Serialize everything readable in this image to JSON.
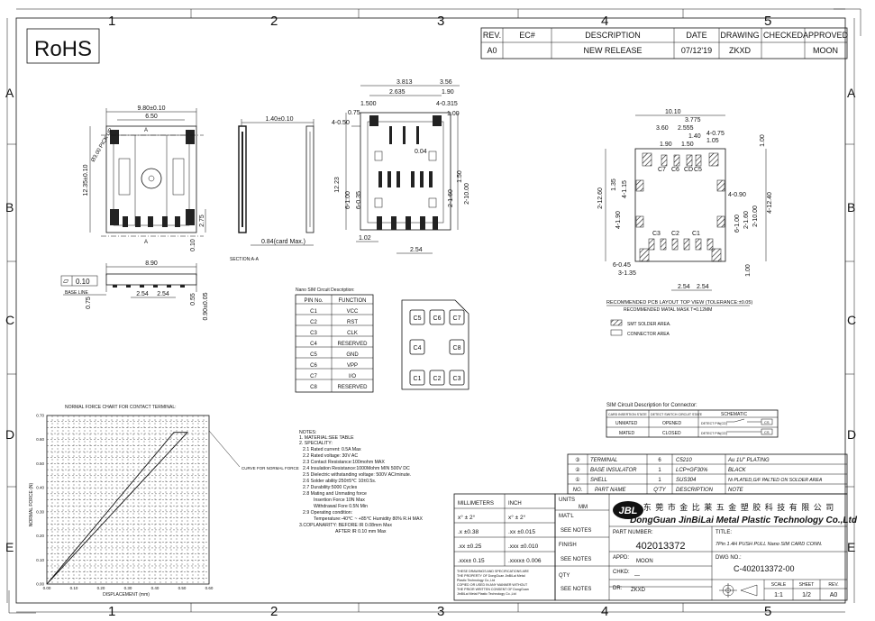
{
  "border": {
    "cols": [
      "1",
      "2",
      "3",
      "4",
      "5"
    ],
    "rows": [
      "A",
      "B",
      "C",
      "D",
      "E"
    ]
  },
  "rohs": "RoHS",
  "revision_table": {
    "headers": [
      "REV.",
      "EC#",
      "DESCRIPTION",
      "DATE",
      "DRAWING",
      "CHECKED",
      "APPROVED"
    ],
    "row": [
      "A0",
      "",
      "NEW RELEASE",
      "07/12'19",
      "ZKXD",
      "",
      "MOON"
    ]
  },
  "top_view": {
    "dim_width": "9.80±0.10",
    "dim_inner": "6.50",
    "dim_height": "12.35±0.10",
    "pick_up": "Ø3.00 PICK UP",
    "dim_275": "2.75",
    "dim_010": "0.10",
    "dim_890": "8.90",
    "section_mark": "A"
  },
  "base_view": {
    "flatness": "0.10",
    "flatness_symbol": "▱",
    "base_line": "BASE LINE",
    "dim_075": "0.75",
    "dim_254a": "2.54",
    "dim_254b": "2.54",
    "dim_055": "0.55",
    "dim_090": "0.90±0.05"
  },
  "section": {
    "dim_140": "1.40±0.10",
    "dim_084": "0.84(card Max.)",
    "label": "SECTION:A-A"
  },
  "bottom_view": {
    "d3813": "3.813",
    "d2635": "2.635",
    "d1500": "1.500",
    "d075": "0.75",
    "d050": "4-0.50",
    "d356": "3.56",
    "d190": "1.90",
    "d0315": "4-0.315",
    "d100": "1.00",
    "d004": "0.04",
    "d1223": "12.23",
    "d6100": "6-1.00",
    "d6035": "6-0.35",
    "d2160": "2-1.60",
    "d150": "1.50",
    "d21000": "2-10.00",
    "d102": "1.02",
    "d254": "2.54"
  },
  "pcb_layout": {
    "d1010": "10.10",
    "d3775": "3.775",
    "d360": "3.60",
    "d2555": "2.555",
    "d140": "1.40",
    "d190": "1.90",
    "d150": "1.50",
    "d4075": "4-0.75",
    "d105": "1.05",
    "d100": "1.00",
    "d135": "1.35",
    "d4115": "4-1.15",
    "d21260": "2-12.60",
    "d4090": "4-0.90",
    "d4190": "4-1.90",
    "d6100": "6-1.00",
    "d2160": "2-1.60",
    "d21000": "2-10.00",
    "d41240": "4-12.40",
    "d6045": "6-0.45",
    "d3135": "3-1.35",
    "d254a": "2.54",
    "d254b": "2.54",
    "d100b": "1.00",
    "pins_top": [
      "C7",
      "C6",
      "CD",
      "C5"
    ],
    "pins_bottom": [
      "C3",
      "C2",
      "C1"
    ],
    "caption": "RECOMMENDED PCB LAYOUT TOP VIEW (TOLERANCE:±0.05)",
    "caption2": "RECOMMENDED MATAL MASK T=0.12MM",
    "legend_smt": "SMT SOLDER AREA.",
    "legend_conn": "CONNECTOR AREA"
  },
  "nano_sim": {
    "title": "Nano SIM Circuit Description:",
    "headers": [
      "PIN No.",
      "FUNCTION"
    ],
    "rows": [
      [
        "C1",
        "VCC"
      ],
      [
        "C2",
        "RST"
      ],
      [
        "C3",
        "CLK"
      ],
      [
        "C4",
        "RESERVED"
      ],
      [
        "C5",
        "GND"
      ],
      [
        "C6",
        "VPP"
      ],
      [
        "C7",
        "I/O"
      ],
      [
        "C8",
        "RESERVED"
      ]
    ],
    "card_pads": [
      "C5",
      "C6",
      "C7",
      "C4",
      "C8",
      "C1",
      "C2",
      "C3"
    ]
  },
  "connector_circuit": {
    "title": "SIM Circuit Description for Connector:",
    "headers": [
      "CARD INSERTION STATE",
      "DETECT SWITCH CIRCUIT STATE",
      "SCHEMATIC"
    ],
    "rows": [
      [
        "UNMATED",
        "OPENED",
        "DETECT PIN(CD)"
      ],
      [
        "MATED",
        "CLOSED",
        "DETECT PIN(CD)"
      ]
    ],
    "cs_label": "CS"
  },
  "notes": {
    "lines": [
      "NOTES:",
      "1. MATERIAL:SEE TABLE",
      "2. SPECIALITY:",
      "   2.1 Rated current: 0.5A Max",
      "   2.2 Rated voltage: 30V AC",
      "   2.3 Contact Resistance:100mohm MAX",
      "   2.4 Insulation Resistance:1000Mohm MIN 500V DC",
      "   2.5 Dielectric withstanding voltage: 500V AC/minute.",
      "   2.6 Solder ability:250±5℃  10±0.5s.",
      "   2.7 Durability:5000 Cycles",
      "   2.8 Mating and Unmating force",
      "        Insertion Force 10N Max",
      "        Withdrawal Fore 0.5N Min",
      "   2.9 Operating condition:",
      "        Temperature:-40℃ ~ +85℃  Humidity 80% R.H MAX",
      "3.COPLANARITY:  BEFORE IR 0.08mm Max",
      "                 AFTER  IR 0.10 mm Max"
    ]
  },
  "chart_data": {
    "type": "line",
    "title": "NORMAL FORCE CHART FOR CONTACT TERMINAL:",
    "xlabel": "DISPLACEMENT (mm)",
    "ylabel": "NORMAL FORCE (N)",
    "xlim": [
      0,
      0.6
    ],
    "ylim": [
      0,
      0.7
    ],
    "x_ticks": [
      "0.00",
      "0.10",
      "0.20",
      "0.30",
      "0.40",
      "0.50",
      "0.60"
    ],
    "y_ticks": [
      "0.00",
      "0.10",
      "0.20",
      "0.30",
      "0.40",
      "0.50",
      "0.60",
      "0.70"
    ],
    "grid": true,
    "annotation": "CURVE FOR NORMAL FORCE",
    "series": [
      {
        "name": "",
        "x": [
          0.0,
          0.47,
          0.52,
          0.0
        ],
        "y": [
          0.0,
          0.63,
          0.63,
          0.0
        ]
      }
    ]
  },
  "materials": {
    "rows": [
      [
        "③",
        "TERMINAL",
        "6",
        "C5210",
        "Au 1U\" PLATING"
      ],
      [
        "②",
        "BASE INSULATOR",
        "1",
        "LCP+GF30%",
        "BLACK"
      ],
      [
        "①",
        "SHELL",
        "1",
        "SUS304",
        "Ni PLATED,G/F PALTED ON SOLDER AREA"
      ],
      [
        "NO.",
        "PART NAME",
        "Q'TY",
        "DESCRIPTION",
        "NOTE"
      ]
    ]
  },
  "tolerance": {
    "headers": [
      "MILLIMETERS",
      "INCH"
    ],
    "rows": [
      [
        "x° ± 2°",
        "x° ± 2°"
      ],
      [
        ".x   ±0.38",
        ".xx  ±0.015"
      ],
      [
        ".xx  ±0.25",
        ".xxx ±0.010"
      ],
      [
        ".xxx± 0.15",
        ".xxxx± 0.006"
      ]
    ],
    "disclaimer": [
      "THESE DRAWINGS AND SPECIFICATIONS ARE",
      "THE PROPERTY OF DongGuan JinBiLai Metal",
      "Plastic Technology Co.,Ltd",
      "COPIED OR USED IN ANY MANNER WITHOUT",
      "THE PRIOR WRITTEN CONSENT OF DongGuan",
      "JinBiLai Metal Plastic Technology Co.,Ltd"
    ]
  },
  "title_block": {
    "units_label": "UNITS",
    "units": "MM",
    "matl_label": "MAT'L",
    "matl": "SEE NOTES",
    "finish_label": "FINISH",
    "finish": "SEE NOTES",
    "qty_label": "QTY",
    "qty": "SEE NOTES",
    "company_cn": "东 莞 市 金 比 莱 五 金 塑 胶 科 技 有 限 公 司",
    "company_en": "DongGuan JinBiLai Metal Plastic Technology Co.,Ltd",
    "logo_text": "JBL",
    "part_number_label": "PART NUMBER:",
    "part_number": "402013372",
    "title_label": "TITLE:",
    "title": "7Pin 1.4H PUSH PULL Nano SIM CARD CONN.",
    "appd_label": "APPD:",
    "appd": "MOON",
    "dwg_label": "DWG NO.:",
    "dwg": "C-402013372-00",
    "chkd_label": "CHKD:",
    "chkd": "—",
    "dr_label": "DR:",
    "dr": "ZKXD",
    "scale_label": "SCALE",
    "scale": "1:1",
    "sheet_label": "SHEET",
    "sheet": "1/2",
    "rev_label": "REV.",
    "rev": "A0"
  }
}
